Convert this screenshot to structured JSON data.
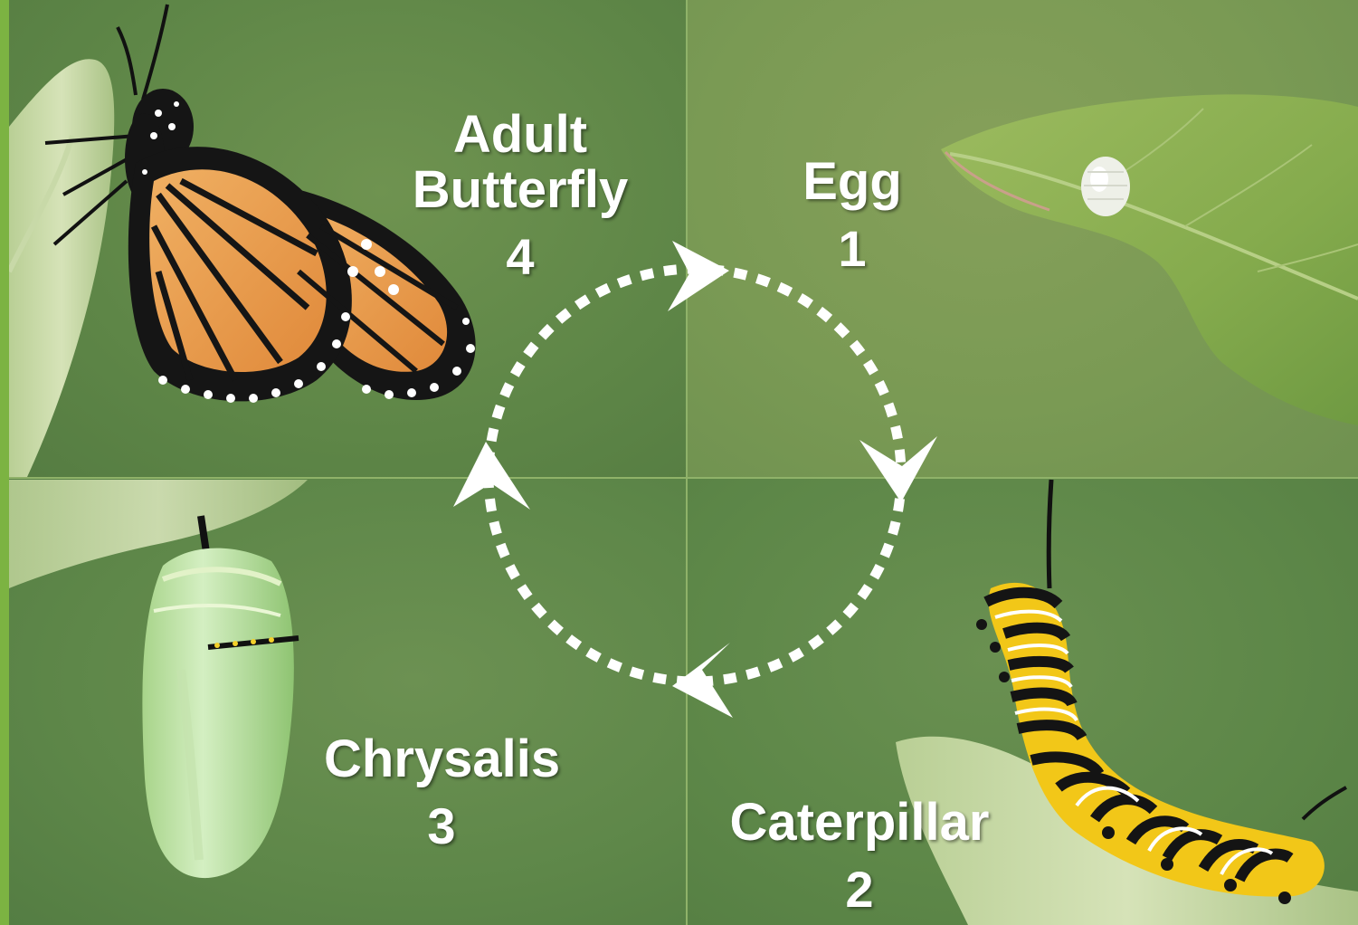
{
  "stages": [
    {
      "key": "egg",
      "name": "Egg",
      "number": "1"
    },
    {
      "key": "caterpillar",
      "name": "Caterpillar",
      "number": "2"
    },
    {
      "key": "chrysalis",
      "name": "Chrysalis",
      "number": "3"
    },
    {
      "key": "adult",
      "name": "Adult\nButterfly",
      "number": "4"
    }
  ],
  "colors": {
    "frame_green": "#7cb342",
    "background_green": "#5e8647",
    "text": "#ffffff",
    "arrow": "#ffffff",
    "monarch_orange": "#e89a3c",
    "caterpillar_yellow": "#f2c718"
  },
  "images": [
    {
      "stage": "adult",
      "icon": "monarch-butterfly"
    },
    {
      "stage": "egg",
      "icon": "egg-on-leaf"
    },
    {
      "stage": "chrysalis",
      "icon": "green-chrysalis"
    },
    {
      "stage": "caterpillar",
      "icon": "striped-caterpillar"
    }
  ],
  "cycle_direction": "clockwise"
}
